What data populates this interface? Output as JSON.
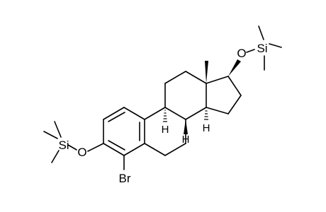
{
  "molecule": {
    "atoms": {
      "o3": "O",
      "si3": "Si",
      "br": "Br",
      "o17": "O",
      "si17": "Si",
      "h8": "H",
      "h9": "H",
      "h14": "H"
    },
    "colors": {
      "ink": "#000000",
      "background": "#ffffff"
    }
  }
}
